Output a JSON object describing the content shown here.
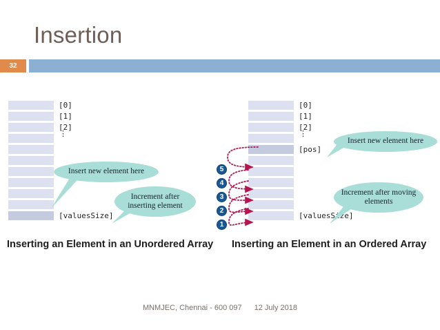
{
  "slide": {
    "title": "Insertion",
    "number": "32",
    "accent_orange": "#e08b4c",
    "accent_band_blue": "#8cb0d4",
    "title_color": "#6d5f57",
    "cell_color": "#dde0ee",
    "cell_highlight_color": "#c4cbdf",
    "bubble_color": "#a9ddd7",
    "circle_color": "#1b5792",
    "arrow_color": "#b51550"
  },
  "left_figure": {
    "caption": "Inserting an Element in an Unordered Array",
    "cell_count": 11,
    "labels": [
      {
        "text": "[0]",
        "cell": 0
      },
      {
        "text": "[1]",
        "cell": 1
      },
      {
        "text": "[2]",
        "cell": 2
      },
      {
        "text": "[valuesSize]",
        "cell": 10
      }
    ],
    "ellipsis": "⋮",
    "callouts": [
      {
        "text": "Insert new element here"
      },
      {
        "text": "Increment after inserting element"
      }
    ]
  },
  "right_figure": {
    "caption": "Inserting an Element in an Ordered Array",
    "cell_count": 11,
    "labels": [
      {
        "text": "[0]",
        "cell": 0
      },
      {
        "text": "[1]",
        "cell": 1
      },
      {
        "text": "[2]",
        "cell": 2
      },
      {
        "text": "[pos]",
        "cell": 4
      },
      {
        "text": "[valuesSize]",
        "cell": 10
      }
    ],
    "ellipsis": "⋮",
    "steps": [
      "5",
      "4",
      "3",
      "2",
      "1"
    ],
    "callouts": [
      {
        "text": "Insert new element here"
      },
      {
        "text": "Increment after moving elements"
      }
    ]
  },
  "footer": {
    "venue": "MNMJEC, Chennai - 600 097",
    "date": "12 July 2018"
  }
}
